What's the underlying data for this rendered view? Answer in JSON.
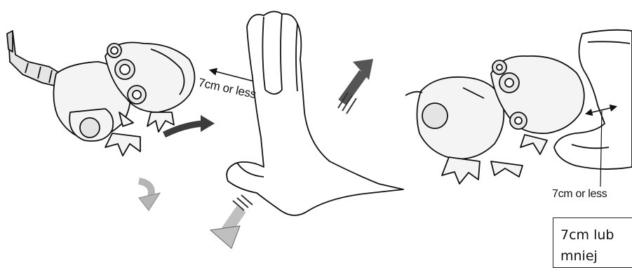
{
  "illustration": {
    "distance_label_1": "7cm or less",
    "distance_label_2": "7cm or less",
    "overlay_text": "7cm lub mniej",
    "icons": [
      "robot-dinosaur-icon",
      "hand-icon",
      "robot-dinosaur-being-held-icon",
      "arrow-icon"
    ]
  }
}
